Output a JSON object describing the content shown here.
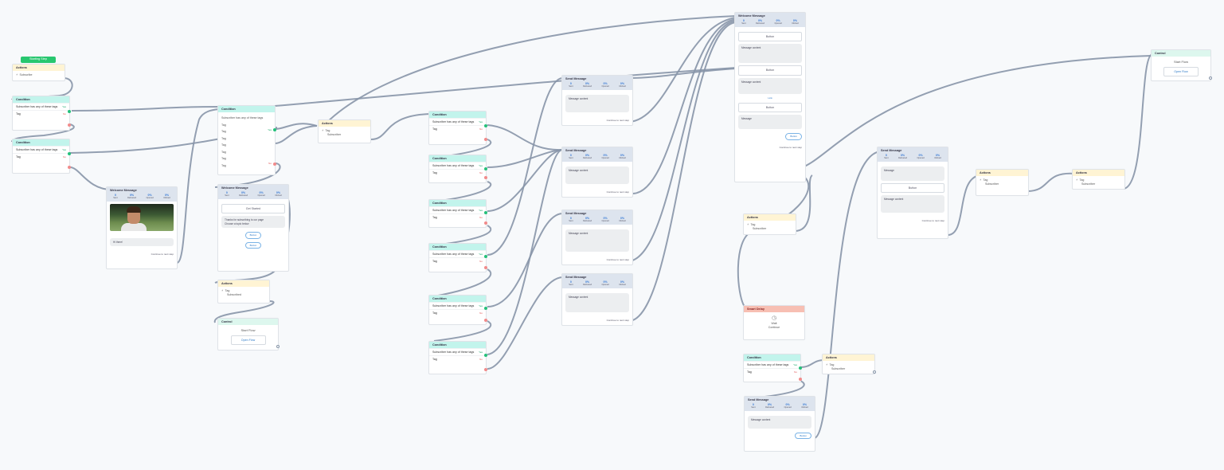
{
  "trigger": {
    "label": "Starting Step"
  },
  "nodes": {
    "a1": {
      "title": "Actions",
      "line": "Subscribe"
    },
    "c1": {
      "title": "Condition",
      "line1": "Subscriber has any of these tags",
      "line2": "Tag",
      "yes": "Yes",
      "no": "No"
    },
    "c2": {
      "title": "Condition",
      "line1": "Subscriber has any of these tags",
      "line2": "Tag",
      "yes": "Yes",
      "no": "No"
    },
    "m1": {
      "title": "Welcome Message",
      "stats": [
        {
          "v": "0",
          "l": "Sent"
        },
        {
          "v": "0%",
          "l": "Delivered"
        },
        {
          "v": "0%",
          "l": "Opened"
        },
        {
          "v": "0%",
          "l": "Clicked"
        }
      ],
      "text": "Hi there!",
      "foot": "Continue to next step"
    },
    "c3": {
      "title": "Condition",
      "lines": [
        "Subscriber has any of these tags",
        "Tag",
        "Tag",
        "Tag",
        "Tag",
        "Tag",
        "Tag",
        "Tag"
      ],
      "yes": "Yes",
      "no": "No"
    },
    "m2": {
      "title": "Welcome Message",
      "stats": [
        {
          "v": "0",
          "l": "Sent"
        },
        {
          "v": "0%",
          "l": "Delivered"
        },
        {
          "v": "0%",
          "l": "Opened"
        },
        {
          "v": "0%",
          "l": "Clicked"
        }
      ],
      "btn": "Get Started",
      "text": "Thanks for subscribing to our page",
      "text2": "Choose a topic below",
      "pill1": "Button",
      "pill2": "Button"
    },
    "a2": {
      "title": "Actions",
      "line1": "Tag",
      "line2": "Subscribed"
    },
    "ctl": {
      "title": "Control",
      "line": "Start Flow",
      "btn": "Open Flow"
    },
    "a3": {
      "title": "Actions",
      "line1": "Tag",
      "line2": "Subscriber"
    },
    "c4": {
      "title": "Condition",
      "line1": "Subscriber has any of these tags",
      "line2": "Tag",
      "yes": "Yes",
      "no": "No"
    },
    "c5": {
      "title": "Condition",
      "line1": "Subscriber has any of these tags",
      "line2": "Tag",
      "yes": "Yes",
      "no": "No"
    },
    "c6": {
      "title": "Condition",
      "line1": "Subscriber has any of these tags",
      "line2": "Tag",
      "yes": "Yes",
      "no": "No"
    },
    "c7": {
      "title": "Condition",
      "line1": "Subscriber has any of these tags",
      "line2": "Tag",
      "yes": "Yes",
      "no": "No"
    },
    "c8": {
      "title": "Condition",
      "line1": "Subscriber has any of these tags",
      "line2": "Tag",
      "yes": "Yes",
      "no": "No"
    },
    "c9": {
      "title": "Condition",
      "line1": "Subscriber has any of these tags",
      "line2": "Tag",
      "yes": "Yes",
      "no": "No"
    },
    "m3": {
      "title": "Send Message",
      "stats": [
        {
          "v": "0",
          "l": "Sent"
        },
        {
          "v": "0%",
          "l": "Delivered"
        },
        {
          "v": "0%",
          "l": "Opened"
        },
        {
          "v": "0%",
          "l": "Clicked"
        }
      ],
      "text": "Message content",
      "foot": "Continue to next step"
    },
    "m4": {
      "title": "Send Message",
      "stats": [
        {
          "v": "0",
          "l": "Sent"
        },
        {
          "v": "0%",
          "l": "Delivered"
        },
        {
          "v": "0%",
          "l": "Opened"
        },
        {
          "v": "0%",
          "l": "Clicked"
        }
      ],
      "text": "Message content",
      "foot": "Continue to next step"
    },
    "m5": {
      "title": "Send Message",
      "stats": [
        {
          "v": "0",
          "l": "Sent"
        },
        {
          "v": "0%",
          "l": "Delivered"
        },
        {
          "v": "0%",
          "l": "Opened"
        },
        {
          "v": "0%",
          "l": "Clicked"
        }
      ],
      "text": "Message content",
      "foot": "Continue to next step"
    },
    "m6": {
      "title": "Send Message",
      "stats": [
        {
          "v": "0",
          "l": "Sent"
        },
        {
          "v": "0%",
          "l": "Delivered"
        },
        {
          "v": "0%",
          "l": "Opened"
        },
        {
          "v": "0%",
          "l": "Clicked"
        }
      ],
      "text": "Message content",
      "foot": "Continue to next step"
    },
    "m7": {
      "title": "Welcome Message",
      "stats": [
        {
          "v": "0",
          "l": "Sent"
        },
        {
          "v": "0%",
          "l": "Delivered"
        },
        {
          "v": "0%",
          "l": "Opened"
        },
        {
          "v": "0%",
          "l": "Clicked"
        }
      ],
      "btn1": "Button",
      "text1": "Message content",
      "btn2": "Button",
      "text2": "Message content",
      "link": "Link",
      "btn3": "Button",
      "text3": "Message",
      "pill": "Button",
      "foot": "Continue to next step"
    },
    "a4": {
      "title": "Actions",
      "line1": "Tag",
      "line2": "Subscriber"
    },
    "smart": {
      "title": "Smart Delay",
      "line": "Wait",
      "line2": "Continue"
    },
    "c10": {
      "title": "Condition",
      "line1": "Subscriber has any of these tags",
      "line2": "Tag",
      "yes": "Yes",
      "no": "No"
    },
    "a5": {
      "title": "Actions",
      "line1": "Tag",
      "line2": "Subscriber"
    },
    "m8": {
      "title": "Send Message",
      "stats": [
        {
          "v": "0",
          "l": "Sent"
        },
        {
          "v": "0%",
          "l": "Delivered"
        },
        {
          "v": "0%",
          "l": "Opened"
        },
        {
          "v": "0%",
          "l": "Clicked"
        }
      ],
      "text": "Message content",
      "pill": "Button"
    },
    "m9": {
      "title": "Send Message",
      "stats": [
        {
          "v": "0",
          "l": "Sent"
        },
        {
          "v": "0%",
          "l": "Delivered"
        },
        {
          "v": "0%",
          "l": "Opened"
        },
        {
          "v": "0%",
          "l": "Clicked"
        }
      ],
      "text1": "Message",
      "btn": "Button",
      "text2": "Message content",
      "foot": "Continue to next step"
    },
    "a6": {
      "title": "Actions",
      "line1": "Tag",
      "line2": "Subscriber"
    },
    "a7": {
      "title": "Actions",
      "line1": "Tag",
      "line2": "Subscriber"
    },
    "ctl2": {
      "title": "Control",
      "line": "Start Flow",
      "btn": "Open Flow"
    }
  }
}
